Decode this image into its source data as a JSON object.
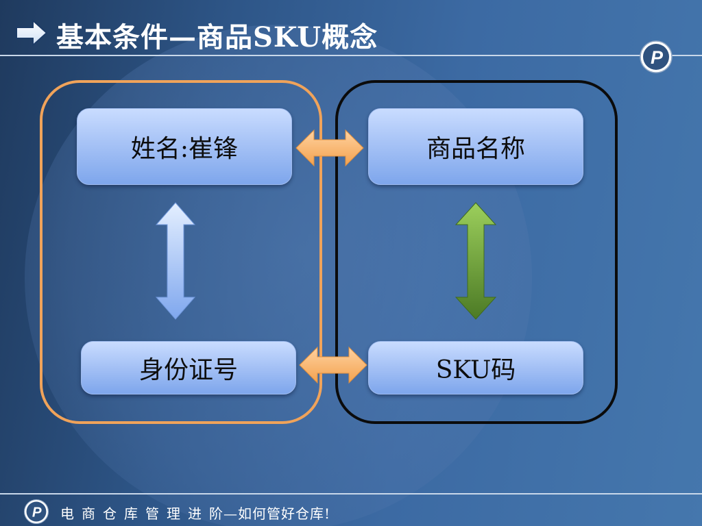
{
  "slide": {
    "title": "基本条件—商品SKU概念",
    "footer_spaced": "电商仓库管理进",
    "footer_rest": "阶—如何管好仓库!"
  },
  "diagram": {
    "nodes": {
      "name": "姓名:崔锋",
      "id_card": "身份证号",
      "product_name": "商品名称",
      "sku_code": "SKU码"
    },
    "colors": {
      "left_group_border": "#f0a35a",
      "right_group_border": "#0b0b0b",
      "node_fill_top": "#c9dcff",
      "node_fill_bottom": "#7ea6ec",
      "horizontal_arrow": "#f7b06a",
      "vertical_arrow_left": "#a9c6f5",
      "vertical_arrow_right": "#6d9b3a"
    },
    "icons": {
      "title_marker": "right-arrow-icon",
      "logo": "p-logo-icon"
    }
  }
}
